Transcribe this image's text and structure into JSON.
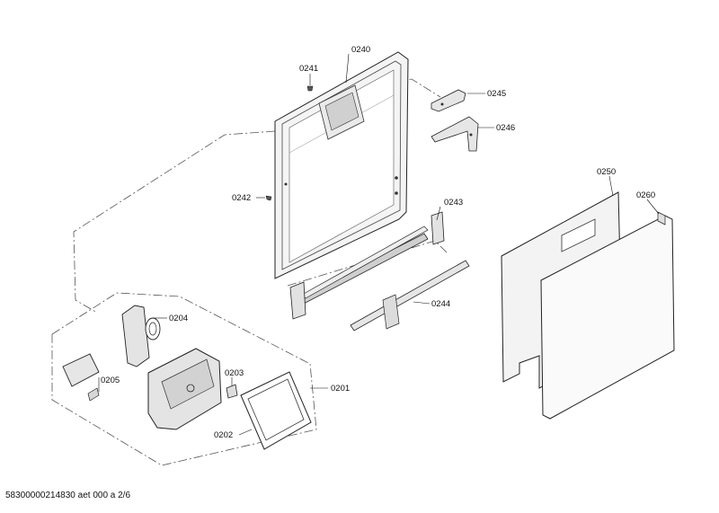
{
  "diagram": {
    "part_labels": {
      "p0240": "0240",
      "p0241": "0241",
      "p0242": "0242",
      "p0243": "0243",
      "p0244": "0244",
      "p0245": "0245",
      "p0246": "0246",
      "p0250": "0250",
      "p0260": "0260",
      "p0201": "0201",
      "p0202": "0202",
      "p0203": "0203",
      "p0204": "0204",
      "p0205": "0205"
    }
  },
  "footer": {
    "document_id": "58300000214830 aet 000 a 2/6"
  }
}
